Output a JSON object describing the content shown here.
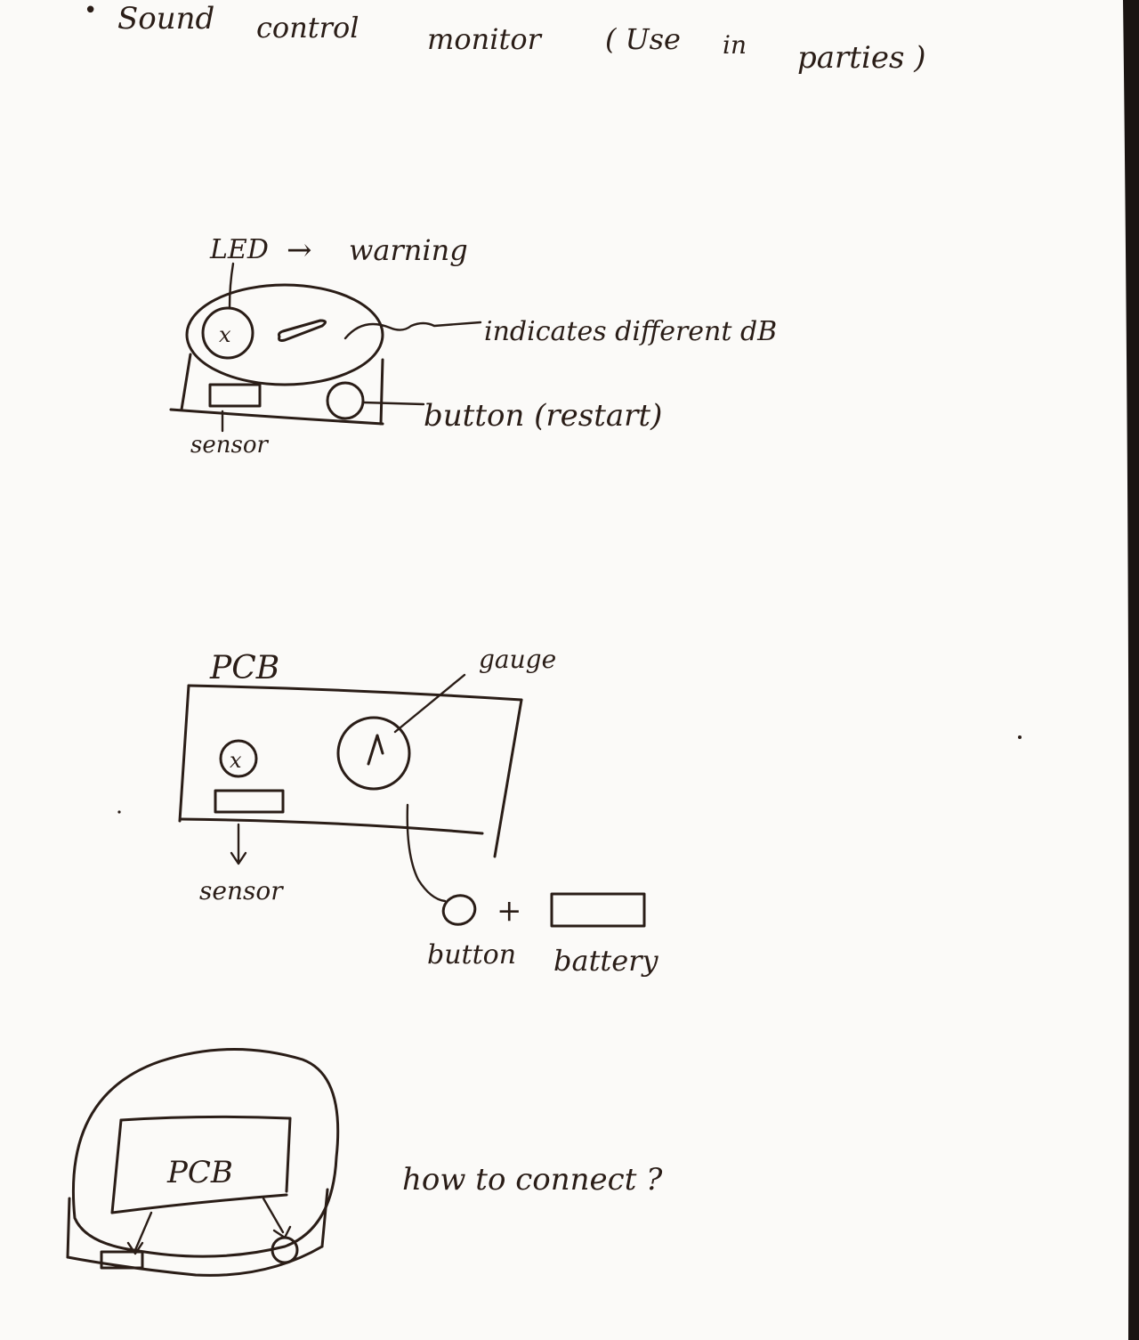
{
  "title": {
    "bullet": "•",
    "words": [
      "Sound",
      "control",
      "monitor",
      "( Use",
      "in",
      "parties )"
    ]
  },
  "sketch1": {
    "led_label": "LED",
    "arrow": "→",
    "warning_label": "warning",
    "led_mark": "x",
    "indicator_label": "indicates different dB",
    "button_label": "button (restart)",
    "sensor_label": "sensor"
  },
  "sketch2": {
    "pcb_label": "PCB",
    "gauge_label": "gauge",
    "led_mark": "x",
    "sensor_label": "sensor",
    "button_label": "button",
    "plus": "+",
    "battery_label": "battery"
  },
  "sketch3": {
    "pcb_label": "PCB",
    "question": "how to connect ?"
  },
  "colors": {
    "paper": "#fbfaf8",
    "ink": "#2a1d17",
    "edge": "#1a1412"
  }
}
